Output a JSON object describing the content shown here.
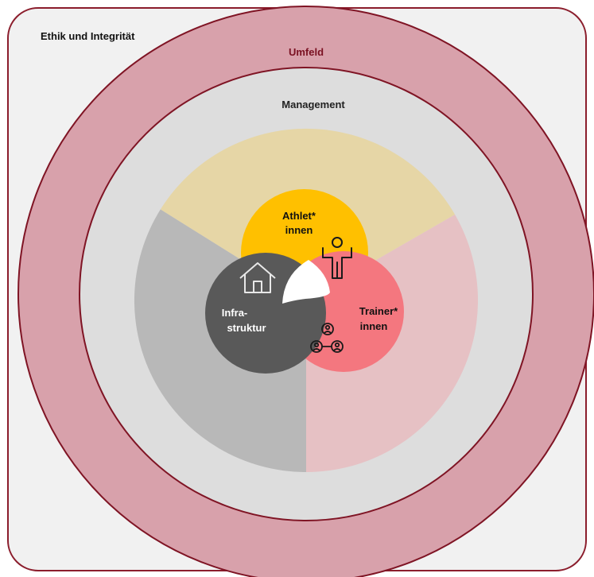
{
  "frame": {
    "title": "Ethik und Integrität",
    "background_color": "#f1f1f1",
    "border_color": "#8b1d2c"
  },
  "rings": {
    "outer_label": "Umfeld",
    "outer_color": "#d8a1ab",
    "inner_label": "Management",
    "inner_color": "#dddddd",
    "ring_border_color": "#7f1424"
  },
  "sectors": [
    {
      "id": "athletes",
      "color": "#e6d6a6"
    },
    {
      "id": "trainers",
      "color": "#e6c1c4"
    },
    {
      "id": "infrastructure",
      "color": "#b8b8b8"
    }
  ],
  "core": {
    "athletes": {
      "line1": "Athlet*",
      "line2": "innen",
      "color": "#ffc000",
      "icon": "athlete-icon"
    },
    "trainers": {
      "line1": "Trainer*",
      "line2": "innen",
      "color": "#f4777f",
      "icon": "team-network-icon"
    },
    "infrastructure": {
      "line1": "Infra-",
      "line2": "struktur",
      "color": "#595959",
      "icon": "house-icon"
    },
    "center_color": "#ffffff"
  }
}
